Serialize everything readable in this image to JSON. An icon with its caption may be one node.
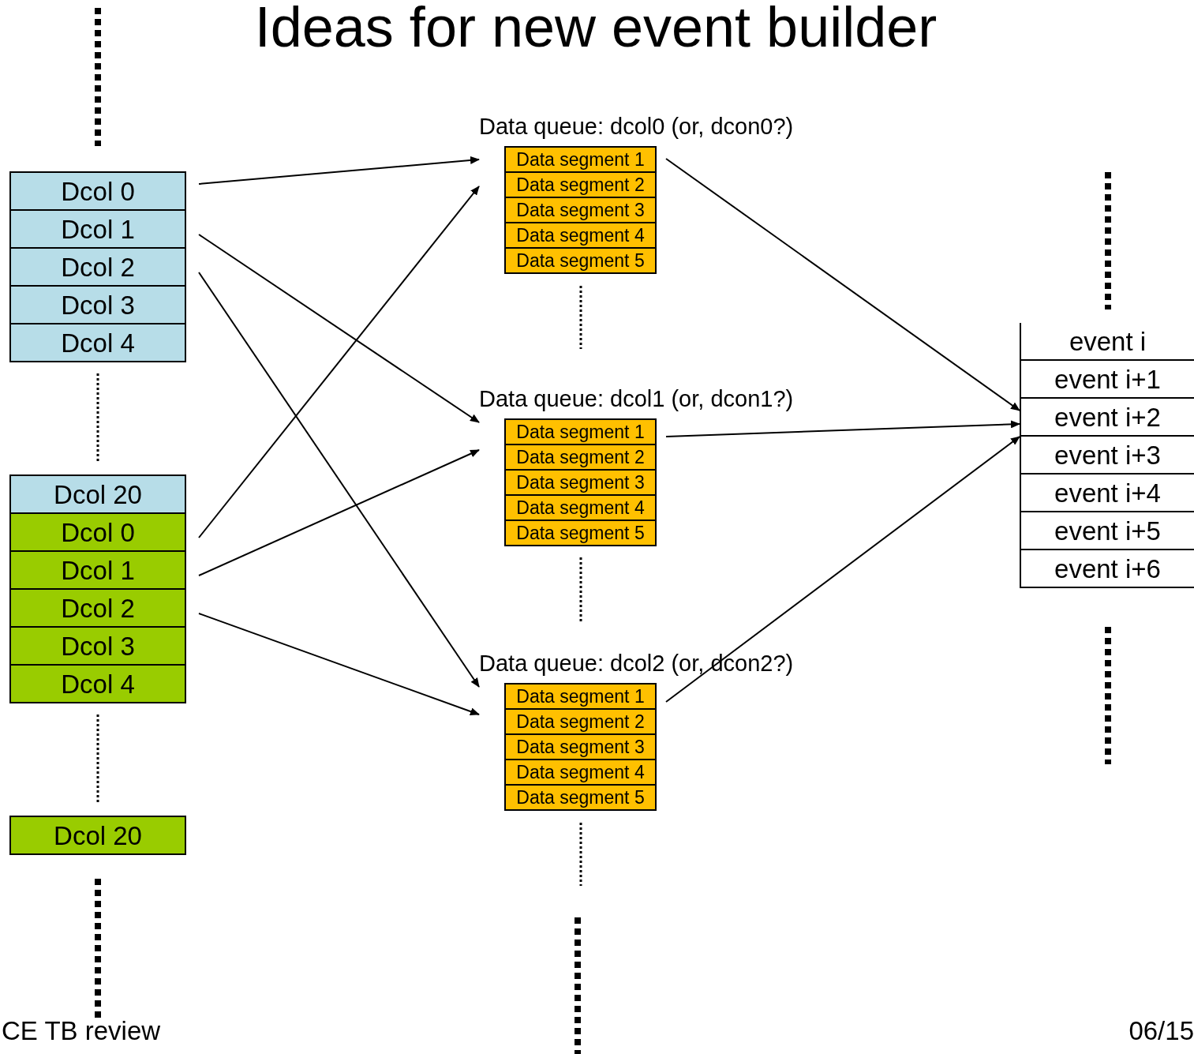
{
  "diagram": {
    "title": "Ideas for new event builder",
    "nodes": [
      {
        "text": [
          "Dcol 0"
        ]
      },
      {
        "text": [
          "Dcol 1"
        ]
      },
      {
        "text": [
          "Dcol 2"
        ]
      },
      {
        "text": [
          "Dcol 3"
        ]
      },
      {
        "text": [
          "Dcol 4"
        ]
      },
      {
        "text": [
          "Dcol 20"
        ]
      },
      {
        "text": [
          "Dcol 0"
        ]
      },
      {
        "text": [
          "Dcol 1"
        ]
      },
      {
        "text": [
          "Dcol 2"
        ]
      },
      {
        "text": [
          "Dcol 3"
        ]
      },
      {
        "text": [
          "Dcol 4"
        ]
      },
      {
        "text": [
          "Dcol 20"
        ]
      },
      {
        "text": [
          "Data queue: dcol0 (or, dcon0?)"
        ]
      },
      {
        "text": [
          "Data segment 1"
        ],
        "in": 12
      },
      {
        "text": [
          "Data segment 2"
        ],
        "in": 12
      },
      {
        "text": [
          "Data segment 3"
        ],
        "in": 12
      },
      {
        "text": [
          "Data segment 4"
        ],
        "in": 12
      },
      {
        "text": [
          "Data segment 5"
        ],
        "in": 12
      },
      {
        "text": [
          "Data queue: dcol1 (or, dcon1?)"
        ]
      },
      {
        "text": [
          "Data segment 1"
        ],
        "in": 18
      },
      {
        "text": [
          "Data segment 2"
        ],
        "in": 18
      },
      {
        "text": [
          "Data segment 3"
        ],
        "in": 18
      },
      {
        "text": [
          "Data segment 4"
        ],
        "in": 18
      },
      {
        "text": [
          "Data segment 5"
        ],
        "in": 18
      },
      {
        "text": [
          "Data queue: dcol2 (or, dcon2?)"
        ]
      },
      {
        "text": [
          "Data segment 1"
        ],
        "in": 24
      },
      {
        "text": [
          "Data segment 2"
        ],
        "in": 24
      },
      {
        "text": [
          "Data segment 3"
        ],
        "in": 24
      },
      {
        "text": [
          "Data segment 4"
        ],
        "in": 24
      },
      {
        "text": [
          "Data segment 5"
        ],
        "in": 24
      },
      {
        "text": [],
        "shape": "box"
      },
      {
        "text": [
          "event i"
        ],
        "in": 30
      },
      {
        "text": [
          "event i+1"
        ],
        "in": 30
      },
      {
        "text": [
          "event i+2"
        ],
        "in": 30
      },
      {
        "text": [
          "event i+3"
        ],
        "in": 30
      },
      {
        "text": [
          "event i+4"
        ],
        "in": 30
      },
      {
        "text": [
          "event i+5"
        ],
        "in": 30
      },
      {
        "text": [
          "event i+6"
        ],
        "in": 30
      }
    ],
    "edges": [
      {
        "from": 0,
        "to": 12,
        "arrow": "to"
      },
      {
        "from": 1,
        "to": 18,
        "arrow": "to"
      },
      {
        "from": 2,
        "to": 24,
        "arrow": "to"
      },
      {
        "from": 6,
        "to": 12,
        "arrow": "to"
      },
      {
        "from": 7,
        "to": 18,
        "arrow": "to"
      },
      {
        "from": 8,
        "to": 24,
        "arrow": "to"
      },
      {
        "from": 13,
        "to": 30,
        "arrow": "to"
      },
      {
        "from": 19,
        "to": 30,
        "arrow": "to"
      },
      {
        "from": 25,
        "to": 30,
        "arrow": "to"
      }
    ],
    "labels": [
      "CE TB review",
      "06/15"
    ]
  }
}
